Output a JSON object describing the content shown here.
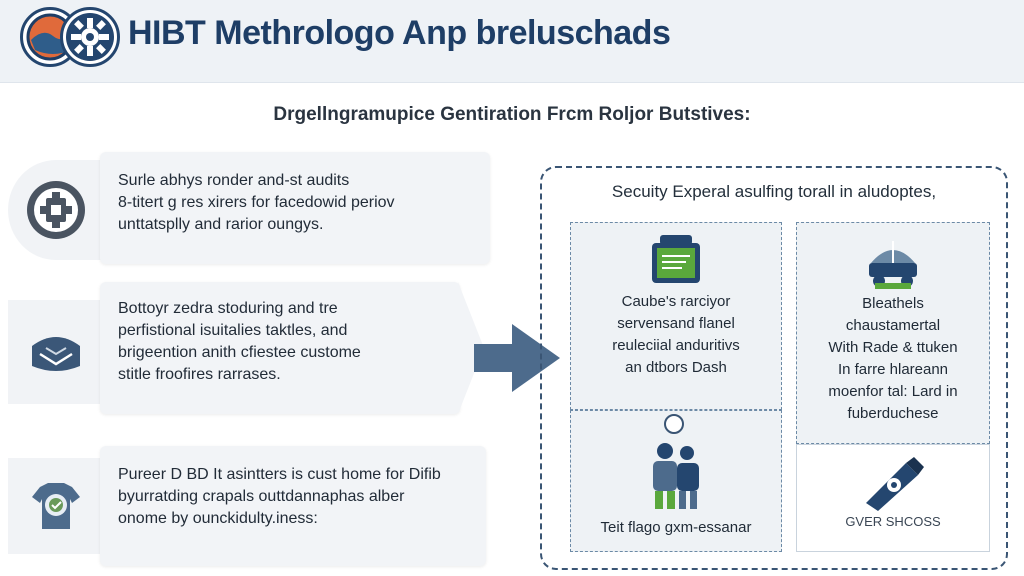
{
  "header": {
    "title": "HIBT Methrologo Anp breluschads"
  },
  "subtitle": "Drgellngramupice Gentiration Frcm Roljor Butstives:",
  "left_cards": [
    {
      "lines": [
        "Surle abhys ronder and-st audits",
        "8-titert g res xirers for facedowid periov",
        "unttatsplly and rarior oungys."
      ]
    },
    {
      "lines": [
        "Bottoyr zedra stoduring and tre",
        "perfistional isuitalies taktles, and",
        "brigeention anith cfiestee custome",
        "stitle froofires rarrases."
      ]
    },
    {
      "lines": [
        "Pureer D BD It asintters is cust home for Difib",
        "byurratding crapals outtdannaphas alber",
        "onome by ounckidulty.iness:"
      ]
    }
  ],
  "panel": {
    "title": "Secuity Experal asulfing torall in aludoptes,",
    "cells": [
      {
        "lines": [
          "Caube's rarciyor",
          "servensand flanel",
          "reuleciial anduritivs",
          "an dtbors Dash"
        ]
      },
      {
        "lines": [
          "Teit flago gxm-essanar"
        ]
      },
      {
        "lines": [
          "Bleathels",
          "chaustamertal",
          "With Rade & ttuken",
          "In farre hlareann",
          "moenfor tal: Lard in",
          "fuberduchese"
        ]
      },
      {
        "lines": [
          "GVER SHCOSS"
        ]
      }
    ]
  },
  "colors": {
    "navy": "#1e3e66",
    "steel": "#4d6b8c",
    "green": "#5aa83c"
  }
}
